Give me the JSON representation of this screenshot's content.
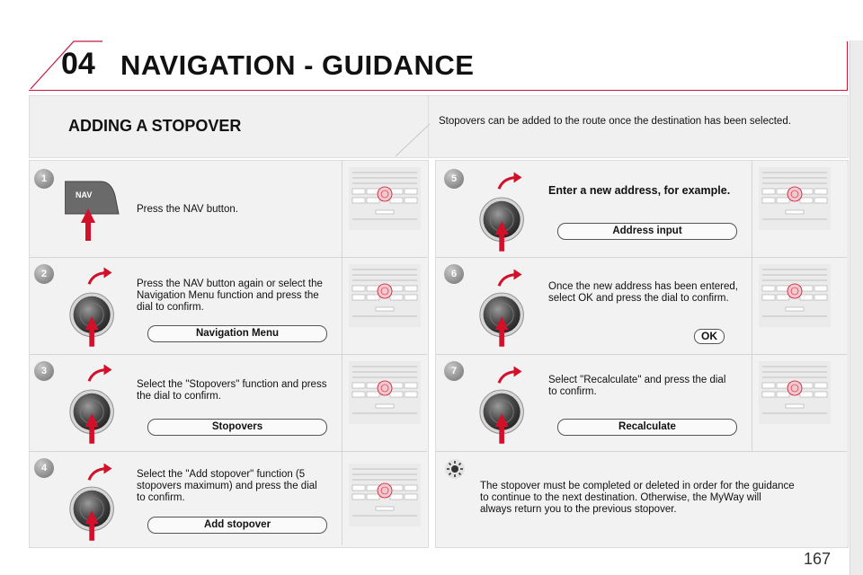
{
  "header": {
    "chapter": "04",
    "title": "NAVIGATION - GUIDANCE"
  },
  "intro": {
    "section_title": "ADDING A STOPOVER",
    "text": "Stopovers can be added to the route once the destination has been selected."
  },
  "steps": [
    {
      "num": "1",
      "text": "Press the NAV button.",
      "button_label": "NAV"
    },
    {
      "num": "2",
      "text": "Press the NAV button again or select the Navigation Menu function and press the dial to confirm.",
      "menu": "Navigation Menu"
    },
    {
      "num": "3",
      "text": "Select the \"Stopovers\" function and press the dial to confirm.",
      "menu": "Stopovers"
    },
    {
      "num": "4",
      "text": "Select the \"Add stopover\" function (5 stopovers maximum) and press the dial to confirm.",
      "menu": "Add stopover"
    },
    {
      "num": "5",
      "text": "Enter a new address, for example.",
      "menu": "Address input"
    },
    {
      "num": "6",
      "text": "Once the new address has been entered, select OK and press the dial to confirm.",
      "menu": "OK"
    },
    {
      "num": "7",
      "text": "Select \"Recalculate\" and press the dial to confirm.",
      "menu": "Recalculate"
    }
  ],
  "tip": {
    "icon": "sun-icon",
    "text": "The stopover must be completed or deleted in order for the guidance to continue to the next destination. Otherwise, the MyWay will always return you to the previous stopover."
  },
  "page_number": "167",
  "colors": {
    "accent": "#c41a3a",
    "arrow": "#d3102a",
    "panel": "#f2f2f2"
  }
}
